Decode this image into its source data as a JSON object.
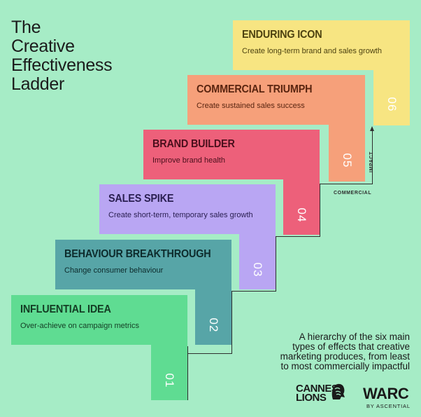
{
  "title": {
    "line1": "The",
    "line2": "Creative",
    "line3": "Effectiveness",
    "line4": "Ladder"
  },
  "steps": [
    {
      "number": "01",
      "name": "INFLUENTIAL IDEA",
      "description": "Over-achieve on campaign metrics",
      "color": "#5fdc92",
      "text_color": "#143d24"
    },
    {
      "number": "02",
      "name": "BEHAVIOUR BREAKTHROUGH",
      "description": "Change consumer behaviour",
      "color": "#57a5a7",
      "text_color": "#0d2b2c"
    },
    {
      "number": "03",
      "name": "SALES SPIKE",
      "description": "Create short-term, temporary sales growth",
      "color": "#b9a6f3",
      "text_color": "#2b2052"
    },
    {
      "number": "04",
      "name": "BRAND BUILDER",
      "description": "Improve brand health",
      "color": "#ed607a",
      "text_color": "#4a0f1c"
    },
    {
      "number": "05",
      "name": "COMMERCIAL TRIUMPH",
      "description": "Create sustained sales success",
      "color": "#f6a07a",
      "text_color": "#5a2510"
    },
    {
      "number": "06",
      "name": "ENDURING ICON",
      "description": "Create long-term brand and sales growth",
      "color": "#f7e582",
      "text_color": "#4d4210"
    }
  ],
  "axis": {
    "x_label": "COMMERCIAL",
    "y_label": "IMPACT"
  },
  "caption": {
    "line1": "A hierarchy of the six main",
    "line2": "types of effects that creative",
    "line3": "marketing produces, from least",
    "line4": "to most commercially impactful"
  },
  "logos": {
    "cannes_line1": "CANNES",
    "cannes_line2": "LIONS",
    "warc": "WARC",
    "warc_sub": "BY ASCENTIAL"
  }
}
